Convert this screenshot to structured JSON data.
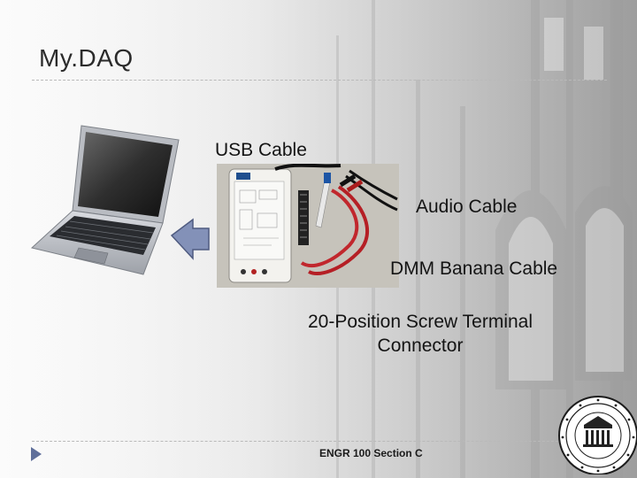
{
  "slide": {
    "title": "My.DAQ",
    "footer": "ENGR 100 Section C"
  },
  "labels": {
    "usb_cable": "USB Cable",
    "audio_cable": "Audio Cable",
    "dmm_banana_cable": "DMM Banana Cable",
    "screw_terminal_line1": "20-Position Screw Terminal",
    "screw_terminal_line2": "Connector"
  },
  "colors": {
    "arrow_fill": "#8391b8",
    "bullet_arrow": "#5f6f9a",
    "title_text": "#2b2b2b"
  },
  "icons": [
    "laptop-image",
    "arrow-pointer",
    "mydaq-kit-photo",
    "university-seal",
    "bullet-arrow-icon"
  ]
}
